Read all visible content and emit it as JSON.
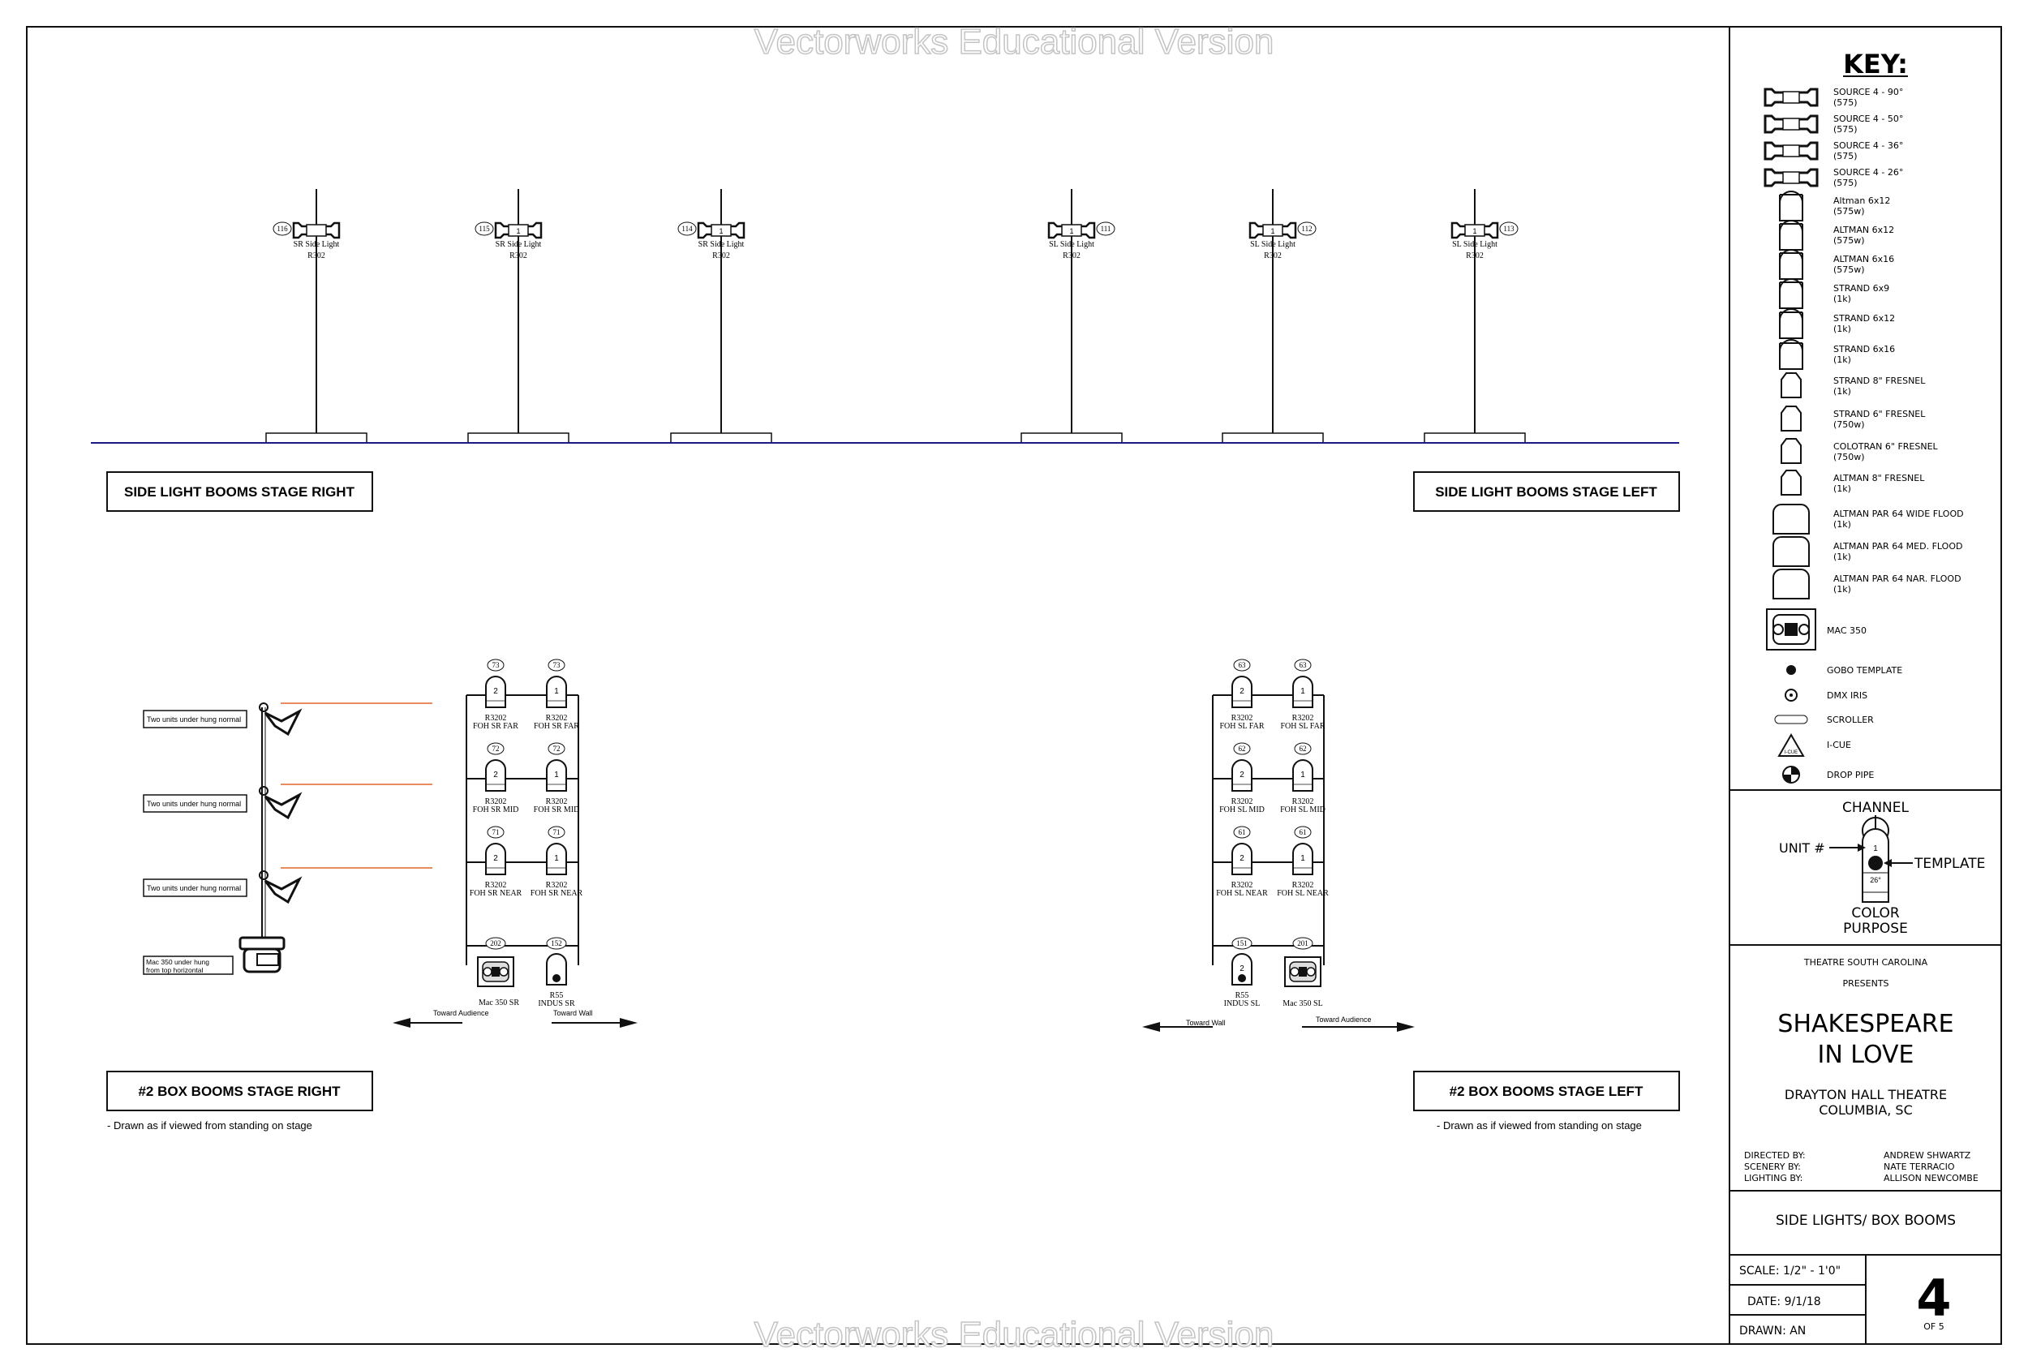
{
  "watermark": "Vectorworks Educational Version",
  "side_booms": {
    "right_title": "SIDE LIGHT BOOMS STAGE RIGHT",
    "left_title": "SIDE LIGHT BOOMS STAGE LEFT",
    "booms": [
      {
        "channel": "116",
        "unit": "",
        "purpose": "SR Side Light",
        "color": "R302",
        "side": "right"
      },
      {
        "channel": "115",
        "unit": "1",
        "purpose": "SR Side Light",
        "color": "R302",
        "side": "right"
      },
      {
        "channel": "114",
        "unit": "1",
        "purpose": "SR Side Light",
        "color": "R302",
        "side": "right"
      },
      {
        "channel": "111",
        "unit": "1",
        "purpose": "SL Side Light",
        "color": "R302",
        "side": "left"
      },
      {
        "channel": "112",
        "unit": "1",
        "purpose": "SL Side Light",
        "color": "R302",
        "side": "left"
      },
      {
        "channel": "113",
        "unit": "1",
        "purpose": "SL Side Light",
        "color": "R302",
        "side": "left"
      }
    ]
  },
  "box_booms": {
    "right_title": "#2 BOX BOOMS STAGE RIGHT",
    "left_title": "#2 BOX BOOMS STAGE LEFT",
    "note": "- Drawn as if viewed from standing on stage",
    "side_notes": [
      "Two units under hung normal",
      "Two units under hung normal",
      "Two units under hung normal",
      "Mac 350 under hung",
      "from top horizontal"
    ],
    "right_rows": [
      {
        "left": {
          "channel": "73",
          "unit": "2",
          "color": "R3202",
          "purpose": "FOH SR FAR"
        },
        "right": {
          "channel": "73",
          "unit": "1",
          "color": "R3202",
          "purpose": "FOH SR FAR"
        }
      },
      {
        "left": {
          "channel": "72",
          "unit": "2",
          "color": "R3202",
          "purpose": "FOH SR MID"
        },
        "right": {
          "channel": "72",
          "unit": "1",
          "color": "R3202",
          "purpose": "FOH SR MID"
        }
      },
      {
        "left": {
          "channel": "71",
          "unit": "2",
          "color": "R3202",
          "purpose": "FOH SR NEAR"
        },
        "right": {
          "channel": "71",
          "unit": "1",
          "color": "R3202",
          "purpose": "FOH SR NEAR"
        }
      }
    ],
    "right_bottom": {
      "mac_channel": "202",
      "mac_label": "Mac 350 SR",
      "par_channel": "152",
      "par_color": "R55",
      "par_label": "INDUS SR"
    },
    "left_rows": [
      {
        "left": {
          "channel": "63",
          "unit": "2",
          "color": "R3202",
          "purpose": "FOH SL FAR"
        },
        "right": {
          "channel": "63",
          "unit": "1",
          "color": "R3202",
          "purpose": "FOH SL FAR"
        }
      },
      {
        "left": {
          "channel": "62",
          "unit": "2",
          "color": "R3202",
          "purpose": "FOH SL MID"
        },
        "right": {
          "channel": "62",
          "unit": "1",
          "color": "R3202",
          "purpose": "FOH SL MID"
        }
      },
      {
        "left": {
          "channel": "61",
          "unit": "2",
          "color": "R3202",
          "purpose": "FOH SL NEAR"
        },
        "right": {
          "channel": "61",
          "unit": "1",
          "color": "R3202",
          "purpose": "FOH SL NEAR"
        }
      }
    ],
    "left_bottom": {
      "par_channel": "151",
      "par_unit": "2",
      "par_color": "R55",
      "par_label": "INDUS SL",
      "mac_channel": "201",
      "mac_label": "Mac 350 SL"
    },
    "right_arrows": {
      "audience": "Toward Audience",
      "wall": "Toward Wall"
    },
    "left_arrows": {
      "wall": "Toward Wall",
      "audience": "Toward Audience"
    }
  },
  "key": {
    "title": "KEY:",
    "items": [
      {
        "icon": "source4-icon",
        "line1": "SOURCE 4 - 90°",
        "line2": "(575)"
      },
      {
        "icon": "source4-icon",
        "line1": "SOURCE 4 - 50°",
        "line2": "(575)"
      },
      {
        "icon": "source4-icon",
        "line1": "SOURCE 4 - 36°",
        "line2": "(575)"
      },
      {
        "icon": "source4-icon",
        "line1": "SOURCE 4 - 26°",
        "line2": "(575)"
      },
      {
        "icon": "ellipsoidal-icon",
        "line1": "Altman 6x12",
        "line2": "(575w)"
      },
      {
        "icon": "ellipsoidal-icon",
        "line1": "ALTMAN 6x12",
        "line2": "(575w)"
      },
      {
        "icon": "ellipsoidal-icon",
        "line1": "ALTMAN 6x16",
        "line2": "(575w)"
      },
      {
        "icon": "ellipsoidal-icon",
        "line1": "STRAND 6x9",
        "line2": "(1k)"
      },
      {
        "icon": "ellipsoidal-icon",
        "line1": "STRAND 6x12",
        "line2": "(1k)"
      },
      {
        "icon": "ellipsoidal-icon",
        "line1": "STRAND 6x16",
        "line2": "(1k)"
      },
      {
        "icon": "fresnel-icon",
        "line1": "STRAND 8\" FRESNEL",
        "line2": "(1k)"
      },
      {
        "icon": "fresnel-icon",
        "line1": "STRAND 6\" FRESNEL",
        "line2": "(750w)"
      },
      {
        "icon": "fresnel-icon",
        "line1": "COLOTRAN 6\" FRESNEL",
        "line2": "(750w)"
      },
      {
        "icon": "fresnel-icon",
        "line1": "ALTMAN 8\" FRESNEL",
        "line2": "(1k)"
      },
      {
        "icon": "par-icon",
        "line1": "ALTMAN PAR 64 WIDE FLOOD",
        "line2": "(1k)"
      },
      {
        "icon": "par-icon",
        "line1": "ALTMAN PAR 64 MED. FLOOD",
        "line2": "(1k)"
      },
      {
        "icon": "par-icon",
        "line1": "ALTMAN PAR 64 NAR. FLOOD",
        "line2": "(1k)"
      }
    ],
    "mac": "MAC 350",
    "symbols": [
      {
        "icon": "gobo-dot-icon",
        "label": "GOBO TEMPLATE"
      },
      {
        "icon": "iris-icon",
        "label": "DMX IRIS"
      },
      {
        "icon": "scroller-icon",
        "label": "SCROLLER"
      },
      {
        "icon": "i-cue-icon",
        "label": "I-CUE",
        "glyph": "I-CUE"
      },
      {
        "icon": "drop-pipe-icon",
        "label": "DROP PIPE"
      }
    ]
  },
  "legend": {
    "channel": "CHANNEL",
    "unit": "UNIT #",
    "template": "TEMPLATE",
    "color": "COLOR",
    "purpose": "PURPOSE",
    "unit_value": "1",
    "degree_value": "26°"
  },
  "title_block": {
    "presenter": "THEATRE SOUTH CAROLINA",
    "presents": "PRESENTS",
    "show_line1": "SHAKESPEARE",
    "show_line2": "IN LOVE",
    "venue": "DRAYTON HALL THEATRE",
    "city": "COLUMBIA, SC",
    "credits": [
      {
        "role": "DIRECTED BY:",
        "name": "ANDREW SHWARTZ"
      },
      {
        "role": "SCENERY BY:",
        "name": "NATE TERRACIO"
      },
      {
        "role": "LIGHTING BY:",
        "name": "ALLISON NEWCOMBE"
      }
    ],
    "sheet_title": "SIDE LIGHTS/ BOX BOOMS",
    "scale": "SCALE: 1/2\" - 1'0\"",
    "date": "DATE: 9/1/18",
    "drawn": "DRAWN: AN",
    "sheet_number": "4",
    "sheet_of": "OF 5"
  },
  "colors": {
    "ink": "#111111",
    "stage_line": "#1a1a8c",
    "leader": "#e0652a",
    "watermark": "#cfcfcf"
  }
}
